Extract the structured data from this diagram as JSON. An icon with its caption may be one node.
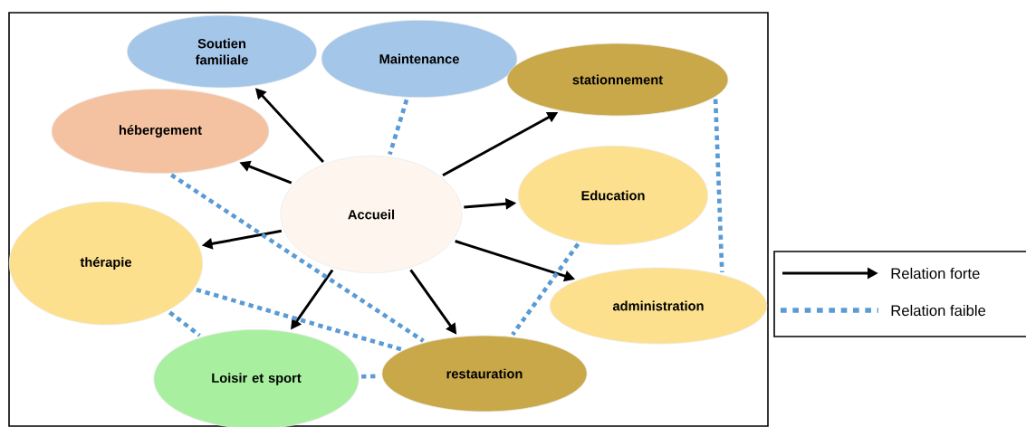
{
  "diagram": {
    "nodes": [
      {
        "text": [
          "Accueil"
        ]
      },
      {
        "text": [
          "Soutien familiale"
        ]
      },
      {
        "text": [
          "Maintenance"
        ]
      },
      {
        "text": [
          "stationnement"
        ]
      },
      {
        "text": [
          "hébergement"
        ]
      },
      {
        "text": [
          "Education"
        ]
      },
      {
        "text": [
          "thérapie"
        ]
      },
      {
        "text": [
          "administration"
        ]
      },
      {
        "text": [
          "Loisir et sport"
        ]
      },
      {
        "text": [
          "restauration"
        ]
      }
    ],
    "edges": [
      {
        "from": 0,
        "to": 1,
        "arrow": "to"
      },
      {
        "from": 0,
        "to": 4,
        "arrow": "to"
      },
      {
        "from": 0,
        "to": 6,
        "arrow": "to"
      },
      {
        "from": 0,
        "to": 8,
        "arrow": "to"
      },
      {
        "from": 0,
        "to": 9,
        "arrow": "to"
      },
      {
        "from": 0,
        "to": 7,
        "arrow": "to"
      },
      {
        "from": 0,
        "to": 5,
        "arrow": "to"
      },
      {
        "from": 0,
        "to": 3,
        "arrow": "to"
      },
      {
        "from": 2,
        "to": 0,
        "arrow": "none",
        "style": "dashed",
        "color": "#5b9bd5"
      },
      {
        "from": 4,
        "to": 9,
        "arrow": "none",
        "style": "dashed",
        "color": "#5b9bd5"
      },
      {
        "from": 6,
        "to": 9,
        "arrow": "none",
        "style": "dashed",
        "color": "#5b9bd5"
      },
      {
        "from": 6,
        "to": 8,
        "arrow": "none",
        "style": "dashed",
        "color": "#5b9bd5"
      },
      {
        "from": 8,
        "to": 9,
        "arrow": "none",
        "style": "dashed",
        "color": "#5b9bd5"
      },
      {
        "from": 5,
        "to": 9,
        "arrow": "none",
        "style": "dashed",
        "color": "#5b9bd5"
      },
      {
        "from": 3,
        "to": 7,
        "arrow": "none",
        "style": "dashed",
        "color": "#5b9bd5"
      }
    ],
    "legend": [
      {
        "text": "Relation forte"
      },
      {
        "text": "Relation faible"
      }
    ]
  }
}
